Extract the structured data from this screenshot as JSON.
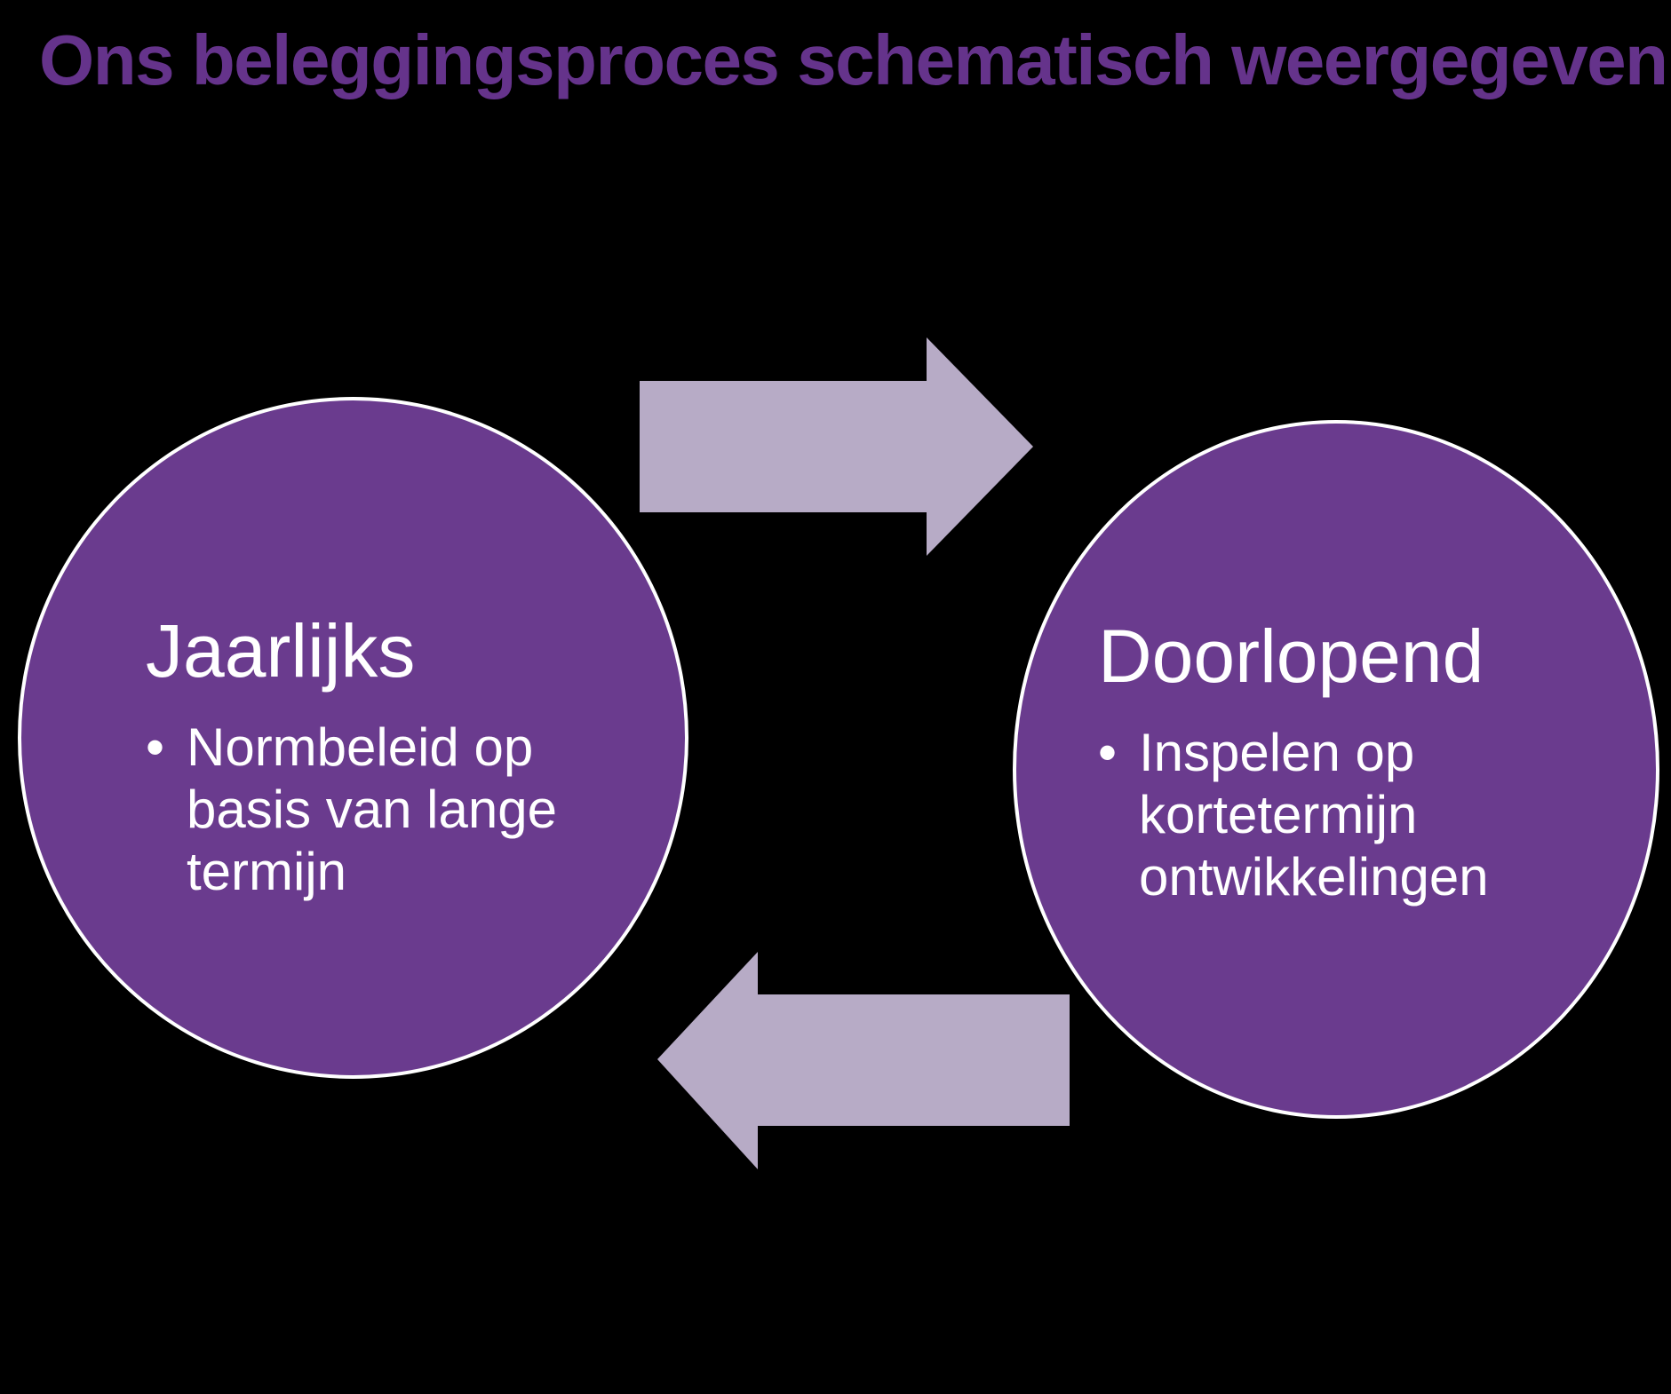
{
  "title": "Ons beleggingsproces schematisch weergegeven",
  "colors": {
    "background": "#000000",
    "title-text": "#65338b",
    "circle-fill": "#6a3b8e",
    "circle-border": "#ffffff",
    "circle-text": "#ffffff",
    "arrow-fill": "#b7abc6"
  },
  "diagram": {
    "type": "cycle",
    "nodes": [
      {
        "heading": "Jaarlijks",
        "bullet_marker": "•",
        "bullet_text": "Normbeleid op basis van lange termijn",
        "bullet_lines": [
          "Normbeleid op",
          "basis van lange",
          "termijn"
        ]
      },
      {
        "heading": "Doorlopend",
        "bullet_marker": "•",
        "bullet_text": "Inspelen op kortetermijn ontwikkelingen",
        "bullet_lines": [
          "Inspelen op",
          "kortetermijn",
          "ontwikkelingen"
        ]
      }
    ],
    "arrows": [
      {
        "position": "top",
        "direction": "right"
      },
      {
        "position": "bottom",
        "direction": "left"
      }
    ]
  }
}
